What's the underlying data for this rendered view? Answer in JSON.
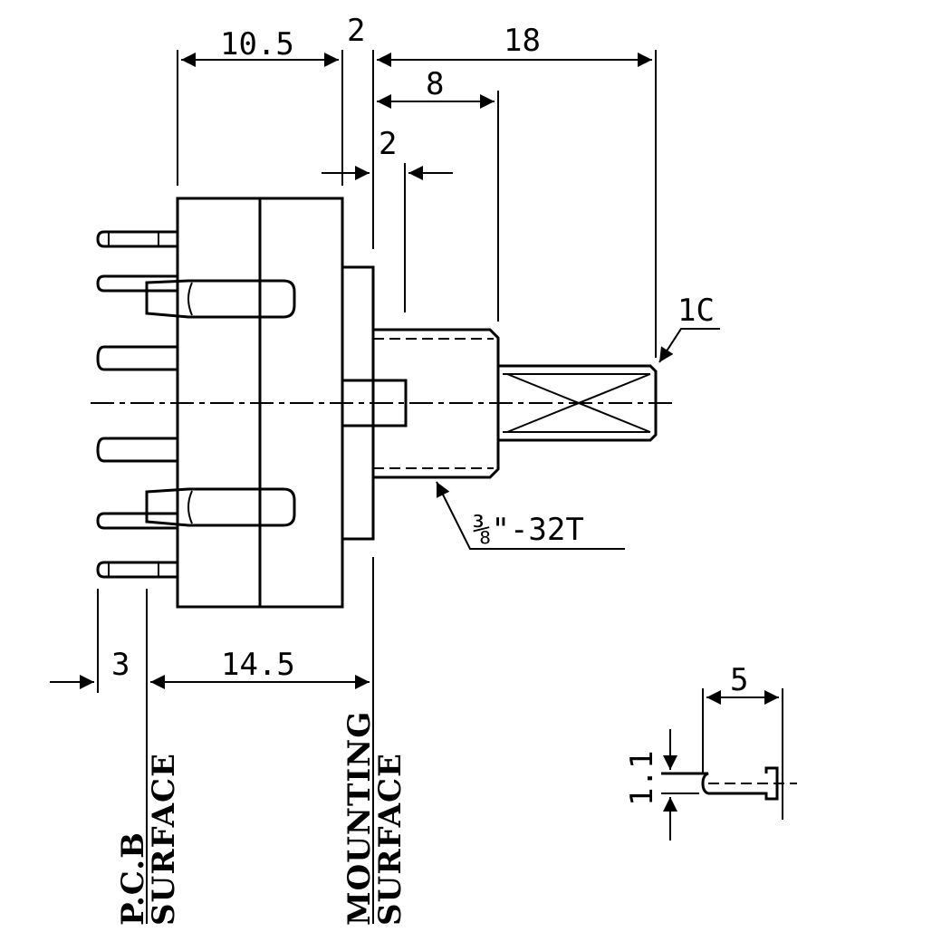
{
  "dimensions": {
    "top_left": "10.5",
    "top_gap": "2",
    "overall_shaft": "18",
    "bushing_length": "8",
    "flat_offset": "2",
    "chamfer": "1C",
    "thread": "⅜\"-32T",
    "pin_length": "3",
    "body_depth": "14.5",
    "terminal_width": "5",
    "terminal_thickness": "1.1"
  },
  "labels": {
    "pcb_line1": "P.C.B",
    "pcb_line2": "SURFACE",
    "mount_line1": "MOUNTING",
    "mount_line2": "SURFACE"
  }
}
